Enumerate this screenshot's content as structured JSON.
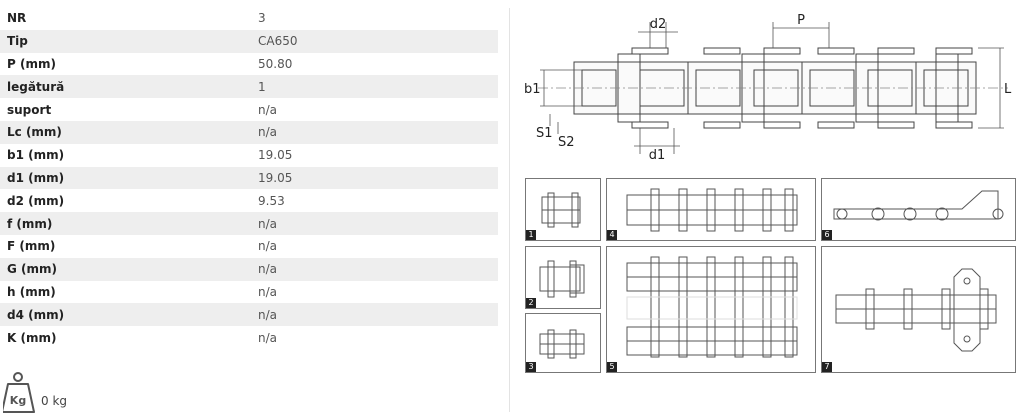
{
  "specs": [
    {
      "label": "NR",
      "value": "3"
    },
    {
      "label": "Tip",
      "value": "CA650"
    },
    {
      "label": "P (mm)",
      "value": "50.80"
    },
    {
      "label": "legătură",
      "value": "1"
    },
    {
      "label": "suport",
      "value": "n/a"
    },
    {
      "label": "Lc (mm)",
      "value": "n/a"
    },
    {
      "label": "b1 (mm)",
      "value": "19.05"
    },
    {
      "label": "d1 (mm)",
      "value": "19.05"
    },
    {
      "label": "d2 (mm)",
      "value": "9.53"
    },
    {
      "label": "f (mm)",
      "value": "n/a"
    },
    {
      "label": "F (mm)",
      "value": "n/a"
    },
    {
      "label": "G (mm)",
      "value": "n/a"
    },
    {
      "label": "h (mm)",
      "value": "n/a"
    },
    {
      "label": "d4 (mm)",
      "value": "n/a"
    },
    {
      "label": "K (mm)",
      "value": "n/a"
    }
  ],
  "weight": {
    "icon_text": "Kg",
    "value": "0 kg"
  },
  "drawing": {
    "labels": {
      "d2": "d2",
      "p": "P",
      "b1": "b1",
      "l": "L",
      "s1": "S1",
      "s2": "S2",
      "d1": "d1"
    }
  },
  "thumbnails": [
    {
      "number": "1"
    },
    {
      "number": "2"
    },
    {
      "number": "3"
    },
    {
      "number": "4"
    },
    {
      "number": "5"
    },
    {
      "number": "6"
    },
    {
      "number": "7"
    }
  ]
}
